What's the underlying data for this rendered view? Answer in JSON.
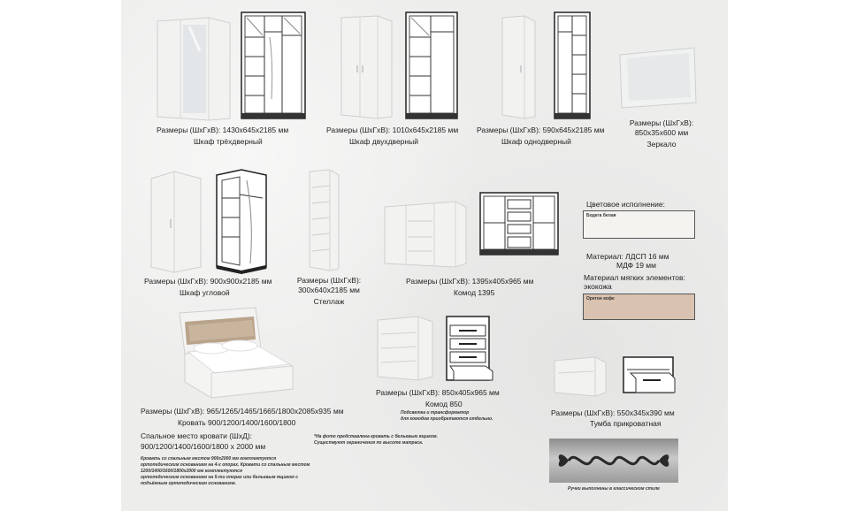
{
  "products": {
    "wardrobe3": {
      "size": "Размеры (ШхГхВ): 1430х645х2185 мм",
      "name": "Шкаф трёхдверный"
    },
    "wardrobe2": {
      "size": "Размеры (ШхГхВ): 1010х645х2185 мм",
      "name": "Шкаф двухдверный"
    },
    "wardrobe1": {
      "size": "Размеры (ШхГхВ): 590х645х2185 мм",
      "name": "Шкаф однодверный"
    },
    "mirror": {
      "size_line1": "Размеры (ШхГхВ):",
      "size_line2": "850х35х600 мм",
      "name": "Зеркало"
    },
    "corner": {
      "size": "Размеры (ШхГхВ): 900х900х2185 мм",
      "name": "Шкаф угловой"
    },
    "shelf": {
      "size_line1": "Размеры (ШхГхВ):",
      "size_line2": "300х640х2185 мм",
      "name": "Стеллаж"
    },
    "commode1395": {
      "size": "Размеры (ШхГхВ): 1395х405х965 мм",
      "name": "Комод 1395"
    },
    "bed": {
      "size": "Размеры (ШхГхВ): 965/1265/1465/1665/1800х2085х935 мм",
      "name": "Кровать 900/1200/1400/1600/1800",
      "sleep_title": "Спальное место кровати (ШхД):",
      "sleep_sizes": "900/1200/1400/1600/1800 х 2000 мм"
    },
    "commode850": {
      "size": "Размеры (ШхГхВ): 850х405х965 мм",
      "name": "Комод 850",
      "note1": "Подсветка и трансформатор",
      "note2": "для комодов приобретаются отдельно."
    },
    "nightstand": {
      "size": "Размеры (ШхГхВ): 550х345х390 мм",
      "name": "Тумба прикроватная"
    }
  },
  "color": {
    "title": "Цветовое исполнение:",
    "swatch1": "Бодега белая",
    "swatch1_color": "#f4f3f0",
    "material1": "Материал: ЛДСП 16 мм",
    "material2": "МДФ 19 мм",
    "soft_title1": "Материал мягких элементов:",
    "soft_title2": "экокожа",
    "swatch2": "Орегон кофе",
    "swatch2_color": "#d9c3b0"
  },
  "notes": {
    "photo1": "*На фото представлена кровать с бельевым ящиком.",
    "photo2": "Существуют ограничения по высоте матраса.",
    "bed_lines": [
      "Кровать со спальным местом 900х2000 мм комплектуется",
      "ортопедическим основанием на 4-х опорах. Кровати со спальным местом",
      "1200/1400/1600/1800х2000 мм комплектуются",
      "ортопедическим основанием на 5-ти опорах или бельевым ящиком с",
      "подъёмным ортопедическим основанием."
    ],
    "handles": "Ручки выполнены в классическом стиле"
  }
}
